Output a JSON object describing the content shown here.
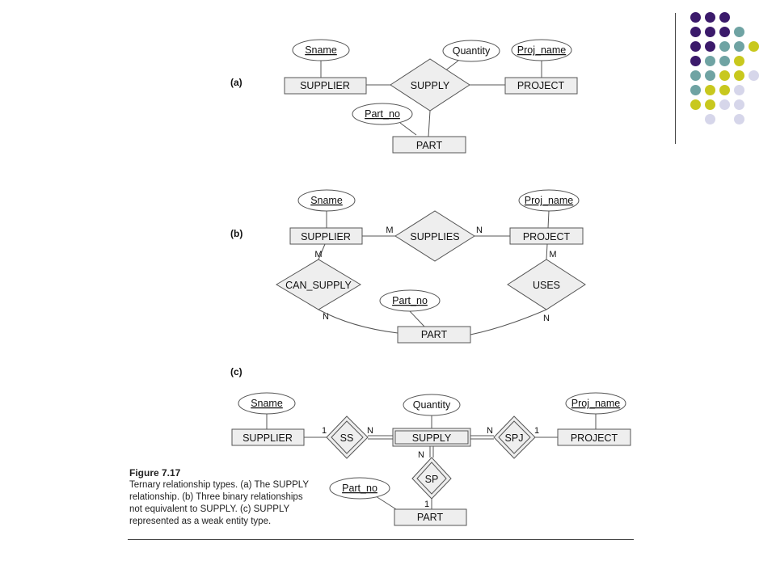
{
  "panels": {
    "a": "(a)",
    "b": "(b)",
    "c": "(c)"
  },
  "diagram_a": {
    "supplier": "SUPPLIER",
    "supply": "SUPPLY",
    "project": "PROJECT",
    "part": "PART",
    "sname": "Sname",
    "quantity": "Quantity",
    "proj_name": "Proj_name",
    "part_no": "Part_no"
  },
  "diagram_b": {
    "supplier": "SUPPLIER",
    "supplies": "SUPPLIES",
    "project": "PROJECT",
    "part": "PART",
    "can_supply": "CAN_SUPPLY",
    "uses": "USES",
    "sname": "Sname",
    "proj_name": "Proj_name",
    "part_no": "Part_no",
    "card_supplies_left": "M",
    "card_supplies_right": "N",
    "card_can_supply_top": "M",
    "card_can_supply_bottom": "N",
    "card_uses_top": "M",
    "card_uses_bottom": "N"
  },
  "diagram_c": {
    "supplier": "SUPPLIER",
    "ss": "SS",
    "supply": "SUPPLY",
    "spj": "SPJ",
    "project": "PROJECT",
    "sp": "SP",
    "part": "PART",
    "sname": "Sname",
    "quantity": "Quantity",
    "proj_name": "Proj_name",
    "part_no": "Part_no",
    "card_ss_left": "1",
    "card_ss_right": "N",
    "card_spj_left": "N",
    "card_spj_right": "1",
    "card_sp_top": "N",
    "card_sp_bottom": "1"
  },
  "caption": {
    "title": "Figure 7.17",
    "line1": "Ternary relationship types. (a) The SUPPLY",
    "line2": "relationship. (b) Three binary relationships",
    "line3": "not equivalent to SUPPLY. (c) SUPPLY",
    "line4": "represented as a weak entity type."
  },
  "decoration": {
    "dot_colors": {
      "purple": "#3b1a6b",
      "teal": "#6fa3a3",
      "yellow": "#c8c81e",
      "lavender": "#d6d6ea"
    },
    "dot_grid": [
      [
        "purple",
        "purple",
        "purple",
        "",
        ""
      ],
      [
        "purple",
        "purple",
        "purple",
        "teal",
        ""
      ],
      [
        "purple",
        "purple",
        "teal",
        "teal",
        "yellow"
      ],
      [
        "purple",
        "teal",
        "teal",
        "yellow",
        ""
      ],
      [
        "teal",
        "teal",
        "yellow",
        "yellow",
        "lavender"
      ],
      [
        "teal",
        "yellow",
        "yellow",
        "lavender",
        ""
      ],
      [
        "yellow",
        "yellow",
        "lavender",
        "lavender",
        ""
      ],
      [
        "",
        "lavender",
        "",
        "lavender",
        ""
      ]
    ]
  }
}
